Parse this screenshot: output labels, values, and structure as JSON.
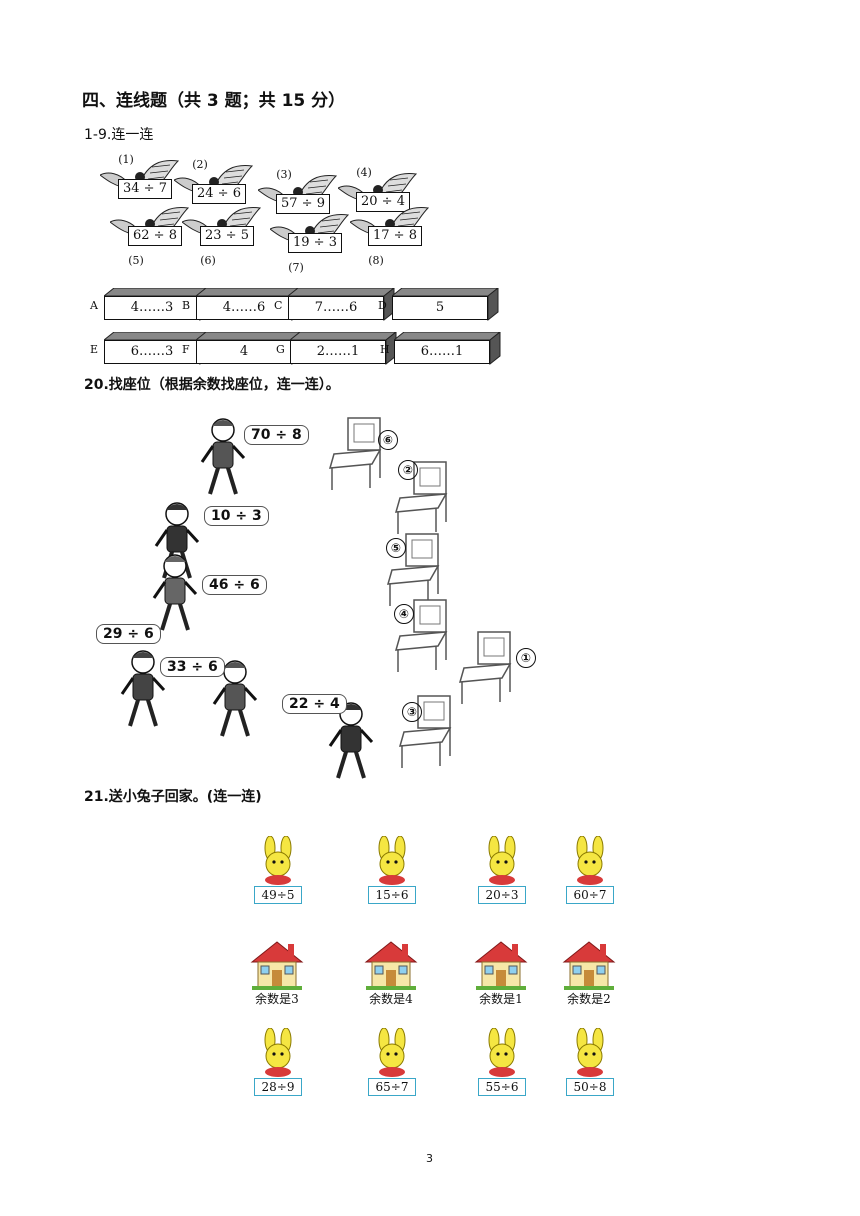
{
  "heading": "四、连线题（共 3 题；共 15 分）",
  "q19": {
    "title": "1-9.连一连",
    "birds": [
      {
        "num": "(1)",
        "expr": "34 ÷ 7"
      },
      {
        "num": "(2)",
        "expr": "24 ÷ 6"
      },
      {
        "num": "(3)",
        "expr": "57 ÷ 9"
      },
      {
        "num": "(4)",
        "expr": "20 ÷ 4"
      },
      {
        "num": "(5)",
        "expr": "62 ÷ 8"
      },
      {
        "num": "(6)",
        "expr": "23 ÷ 5"
      },
      {
        "num": "(7)",
        "expr": "19 ÷ 3"
      },
      {
        "num": "(8)",
        "expr": "17 ÷ 8"
      }
    ],
    "boxes": [
      {
        "letter": "A",
        "text": "4……3"
      },
      {
        "letter": "B",
        "text": "4……6"
      },
      {
        "letter": "C",
        "text": "7……6"
      },
      {
        "letter": "D",
        "text": "5"
      },
      {
        "letter": "E",
        "text": "6……3"
      },
      {
        "letter": "F",
        "text": "4"
      },
      {
        "letter": "G",
        "text": "2……1"
      },
      {
        "letter": "H",
        "text": "6……1"
      }
    ]
  },
  "q20": {
    "title": "20.找座位（根据余数找座位，连一连）。",
    "kids": [
      "70 ÷ 8",
      "10 ÷ 3",
      "46 ÷ 6",
      "29 ÷ 6",
      "33 ÷ 6",
      "22 ÷ 4"
    ],
    "chairs": [
      "⑥",
      "②",
      "⑤",
      "④",
      "①",
      "③"
    ]
  },
  "q21": {
    "title": "21.送小兔子回家。(连一连)",
    "top_rabbits": [
      "49÷5",
      "15÷6",
      "20÷3",
      "60÷7"
    ],
    "houses": [
      "余数是3",
      "余数是4",
      "余数是1",
      "余数是2"
    ],
    "bottom_rabbits": [
      "28÷9",
      "65÷7",
      "55÷6",
      "50÷8"
    ]
  },
  "page_number": "3"
}
